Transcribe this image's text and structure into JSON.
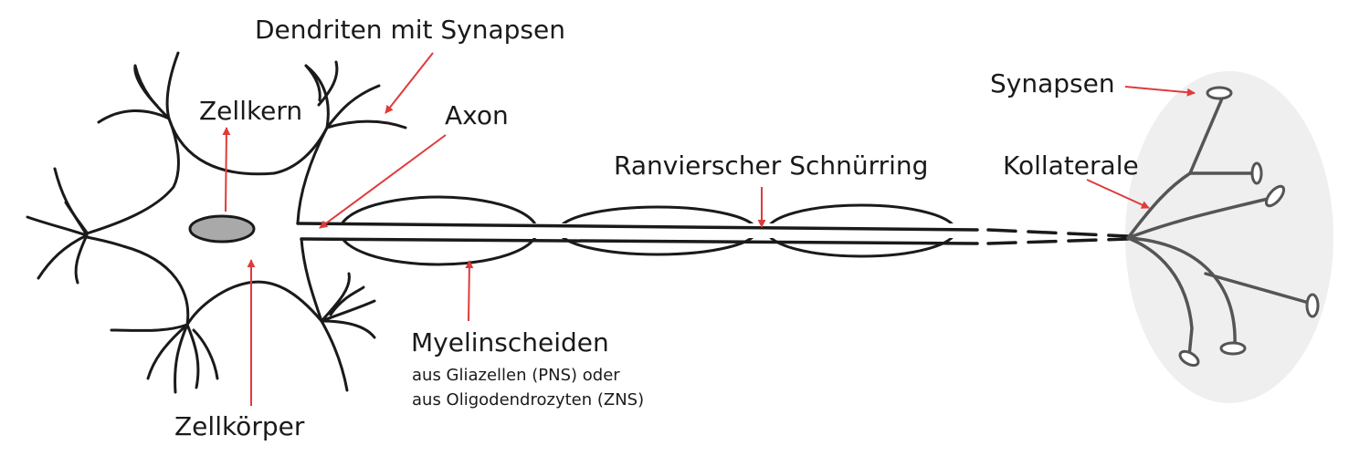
{
  "labels": {
    "dendrites": "Dendriten mit Synapsen",
    "nucleus": "Zellkern",
    "axon": "Axon",
    "node_of_ranvier": "Ranvierscher Schnürring",
    "synapses": "Synapsen",
    "collaterals": "Kollaterale",
    "myelin_title": "Myelinscheiden",
    "myelin_line1": "aus Gliazellen (PNS) oder",
    "myelin_line2": "aus Oligodendrozyten (ZNS)",
    "cell_body": "Zellkörper"
  },
  "colors": {
    "outline": "#1a1a1a",
    "nucleus_fill": "#a9a9aa",
    "arrow": "#e03a3a",
    "terminal_region": "#efefef",
    "terminal_stroke": "#555555"
  }
}
